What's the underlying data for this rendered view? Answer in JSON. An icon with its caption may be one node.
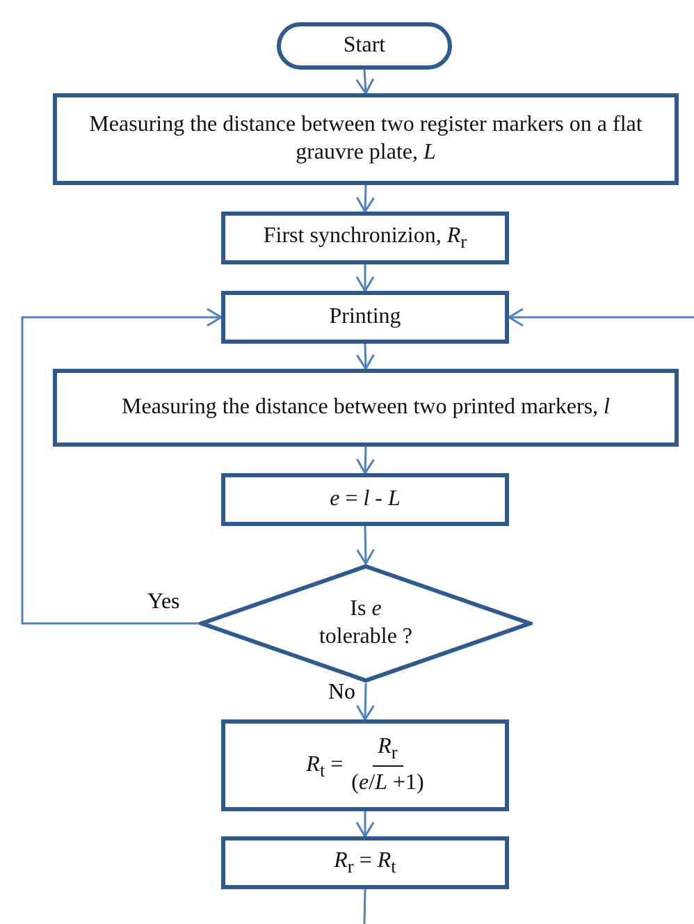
{
  "diagram": {
    "nodes": [
      {
        "text": [
          "Start"
        ]
      },
      {
        "text": [
          "Measuring the distance between two register markers on a flat grauvre plate, *L*"
        ]
      },
      {
        "text": [
          "First synchronizion, *R*$_{r}$"
        ]
      },
      {
        "text": [
          "Printing"
        ]
      },
      {
        "text": [
          "Measuring the distance between two printed markers, *l*"
        ]
      },
      {
        "text": [
          "*e* = *l* - *L*"
        ]
      },
      {
        "text": [
          "Is *e* tolerable ?"
        ]
      },
      {
        "text": [
          "*R*$_{t}$ =",
          "*R*$_{r}$",
          "(*e*/*L* +1)"
        ]
      },
      {
        "text": [
          "*R*$_{r}$ = *R*$_{t}$"
        ]
      }
    ],
    "edges": [
      {
        "from": 0,
        "to": 1,
        "arrow": "to"
      },
      {
        "from": 1,
        "to": 2,
        "arrow": "to"
      },
      {
        "from": 2,
        "to": 3,
        "arrow": "to"
      },
      {
        "from": 3,
        "to": 4,
        "arrow": "to"
      },
      {
        "from": 4,
        "to": 5,
        "arrow": "to"
      },
      {
        "from": 5,
        "to": 6,
        "arrow": "to"
      },
      {
        "from": 6,
        "to": 3,
        "arrow": "to",
        "label": "Yes"
      },
      {
        "from": 6,
        "to": 7,
        "arrow": "to",
        "label": "No"
      },
      {
        "from": 7,
        "to": 8,
        "arrow": "to"
      },
      {
        "from": 8,
        "to": null,
        "arrow": "none"
      },
      {
        "from": null,
        "to": 3,
        "arrow": "to"
      }
    ]
  }
}
